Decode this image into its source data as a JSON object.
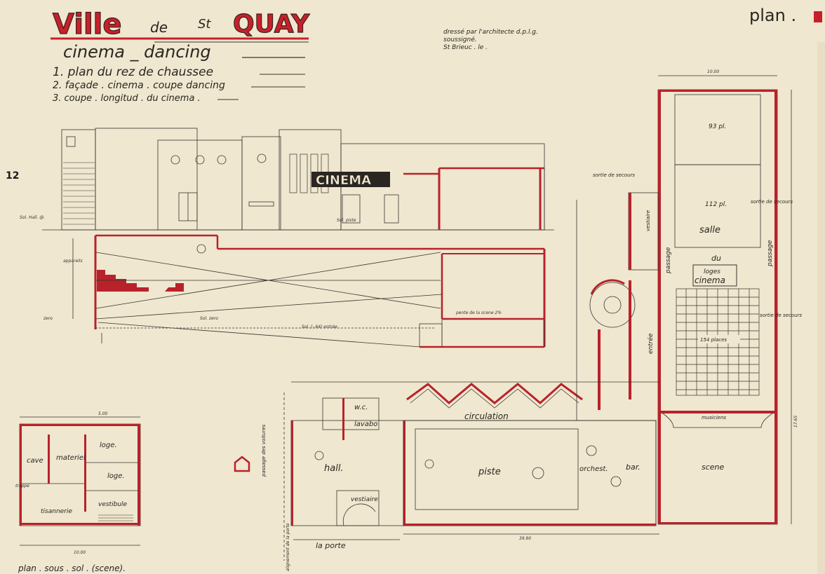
{
  "title": {
    "ville": "Ville",
    "de": "de",
    "st": "St",
    "quay": "QUAY",
    "subtitle": "cinema _ dancing",
    "items": [
      "1. plan du rez de chaussee",
      "2. façade . cinema . coupe dancing",
      "3. coupe . longitud . du cinema ."
    ]
  },
  "architect": {
    "line1": "dressé par l'architecte d.p.l.g.",
    "line2": "soussigné.",
    "line3": "St Brieuc . le ."
  },
  "corner": {
    "label": "plan ."
  },
  "page_number": "12",
  "facade": {
    "sign": "CINEMA",
    "sol_hall": "Sol. Hall. @.",
    "sol_piste": "Sol. piste",
    "sol_zero": "Sol. zero",
    "zero": "zero",
    "entree": "Sol. (-.64) entrée",
    "pente": "pente de la scene 2%",
    "appareils": "appareils"
  },
  "plan_ground": {
    "salle": "salle",
    "du": "du",
    "cinema": "cinema",
    "loges": "loges",
    "seats_93": "93 pl.",
    "seats_112": "112 pl.",
    "seats_154": "154 places",
    "passage_left": "passage",
    "passage_right": "passage",
    "sortie_secours_1": "sortie de secours",
    "sortie_secours_2": "sortie de secours",
    "sortie_secours_3": "sortie de secours",
    "vestiaire": "vestiaire",
    "entree": "entrée",
    "circulation": "circulation",
    "piste": "piste",
    "orchest": "orchest.",
    "bar": "bar.",
    "scene": "scene",
    "musiciens": "musiciens",
    "hall": "hall.",
    "vestiaire2": "vestiaire",
    "lavabo": "lavabo",
    "wc": "w.c.",
    "passage_voitures": "passage des voitures",
    "alignement": "alignement de la porte",
    "la_porte": "la porte",
    "dim_total": "39.90",
    "dim_10": "10.00",
    "dim_17": "17.65"
  },
  "plan_basement": {
    "caption": "plan . sous . sol . (scene).",
    "cave": "cave",
    "materiel": "materiel",
    "loge1": "loge.",
    "loge2": "loge.",
    "vestibule": "vestibule",
    "tisannerie": "tisannerie",
    "trappe": "trappe",
    "dim": "5.00",
    "dim_total": "10.00"
  }
}
